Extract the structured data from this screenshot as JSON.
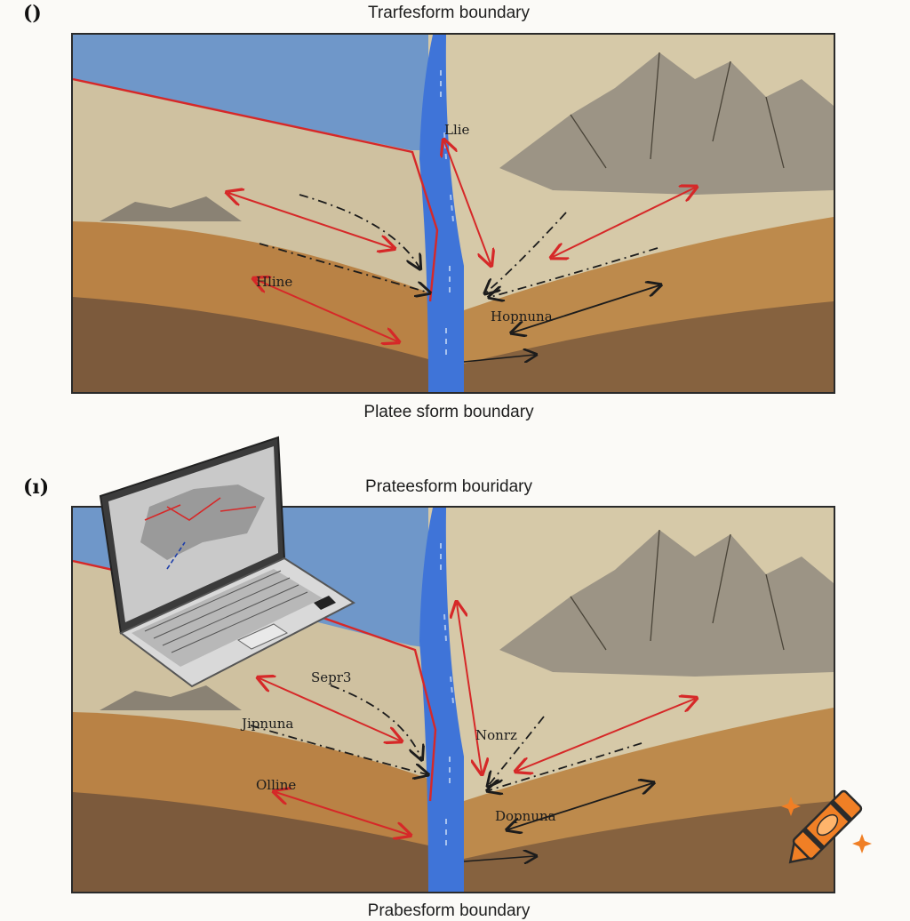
{
  "panel_a": {
    "label": "()",
    "title": "Trarfesform boundary",
    "bottom_caption": "Platee sform boundary",
    "annotations": {
      "top": "Llie",
      "left": "Hline",
      "right": "Hopnuna"
    }
  },
  "panel_b": {
    "label": "(ı)",
    "title": "Prateesform bouridary",
    "bottom_caption": "Prabesform boundary",
    "annotations": {
      "top_left": "Sepr3",
      "mid_left": "Jipnuna",
      "left": "Olline",
      "center_right": "Nonrz",
      "right": "Dopnuna"
    }
  },
  "colors": {
    "sky": "#6f97c9",
    "water": "#3f74d8",
    "fault_line": "#d62828",
    "sand": "#d8cba9",
    "soil_mid": "#b98245",
    "soil_deep": "#7c5a3c",
    "mountain": "#9c9485",
    "crayon_orange": "#f07f25"
  },
  "icons": {
    "laptop": "laptop-icon",
    "crayon": "crayon-icon",
    "sparkle": "sparkle-icon"
  }
}
